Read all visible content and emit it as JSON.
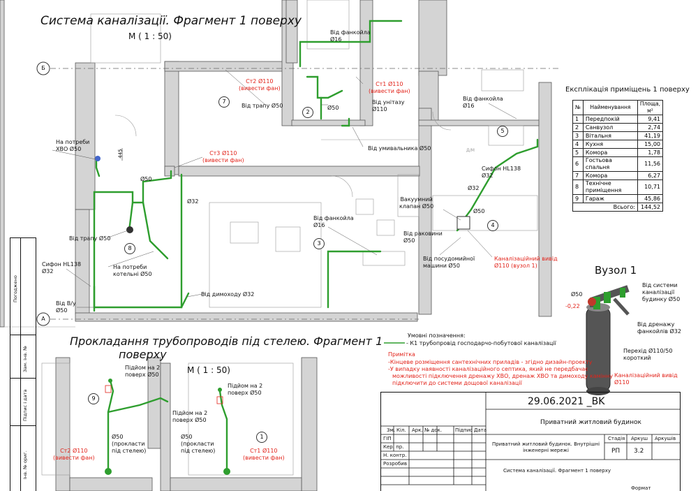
{
  "titles": {
    "main": "Система каналізації. Фрагмент 1 поверху",
    "main_scale": "М ( 1 : 50)",
    "ceiling_line1": "Прокладання трубопроводів під стелею. Фрагмент 1",
    "ceiling_line2": "поверху",
    "ceiling_scale": "М ( 1 : 50)",
    "node": "Вузол 1"
  },
  "axes": {
    "b": "Б",
    "a": "А"
  },
  "rooms": [
    "7",
    "2",
    "5",
    "8",
    "3",
    "4",
    "9",
    "1"
  ],
  "labels": {
    "fancoil_top": "Від фанкойла\nØ16",
    "cm2": "Ст2 Ø110\n(вивести фан)",
    "cm1": "Ст1 Ø110\n(вивести фан)",
    "trap7": "Від трапу Ø50",
    "d50_2": "Ø50",
    "wc": "Від унітазу\nØ110",
    "basin": "Від умивальника Ø50",
    "fancoil_right": "Від фанкойла\nØ16",
    "hvo": "На потреби\nХВО Ø50",
    "dim445": "445",
    "cm3": "Ст3 Ø110\n(вивести фан)",
    "d50_a": "Ø50",
    "d32_a": "Ø32",
    "siphon_hl138": "Сифон HL138\nØ32",
    "d32_b": "Ø32",
    "vacuum": "Вакуумний\nклапан Ø50",
    "d50_c": "Ø50",
    "fancoil_mid": "Від фанкойла\nØ16",
    "sink": "Від раковини\nØ50",
    "trap8": "Від трапу Ø50",
    "dishwasher": "Від посудомийної\nмашини Ø50",
    "outlet_main": "Каналізаційний вивід\nØ110 (вузол 1)",
    "siphon_left": "Сифон HL138\nØ32",
    "boiler": "На потреби\nкотельні Ø50",
    "bv": "Від В/у\nØ50",
    "chimney": "Від димоходу Ø32",
    "node_from_system": "Від системи\nканалізації\nбудинку Ø50",
    "node_d50": "Ø50",
    "node_minus": "-0,22",
    "node_drain": "Від дренажу\nфанкойлів Ø32",
    "node_transition": "Перехід Ø110/50\nкороткий",
    "node_outlet": "Каналізаційний вивід\nØ110",
    "riser2_9": "Підйом на 2\nповерх Ø50",
    "riser2_mid": "Підйом на 2\nповерх Ø50",
    "riser2_1": "Підйом на 2\nповерх Ø50",
    "ceil_d50_left": "Ø50\n(прокласти\nпід стелею)",
    "ceil_d50_right": "Ø50\n(прокласти\nпід стелею)",
    "ceil_cm2": "Ст2 Ø110\n(вивести фан)",
    "ceil_cm1": "Ст1 Ø110\n(вивести фан)",
    "dm": "Д/М"
  },
  "legend": {
    "title": "Умовні позначення:",
    "k1": "- К1 трубопровід господарчо-побутової каналізації"
  },
  "notes": {
    "title": "Примітка",
    "line1": "-Кінцеве розміщення сантехнічних приладів - згідно дизайн-проекту",
    "line2": "-У випадку наявності каналізаційного септика, який не передбачає",
    "line3": "можливості підключення дренажу ХВО, дренаж ХВО та димоходу камінну",
    "line4": "підключити до системи дощової каналізації"
  },
  "explication": {
    "title": "Експлікація приміщень 1 поверху",
    "headers": [
      "№",
      "Найменування",
      "Площа, м²"
    ],
    "rows": [
      [
        "1",
        "Передпокій",
        "9,41"
      ],
      [
        "2",
        "Санвузол",
        "2,74"
      ],
      [
        "3",
        "Вітальня",
        "41,19"
      ],
      [
        "4",
        "Кухня",
        "15,00"
      ],
      [
        "5",
        "Комора",
        "1,78"
      ],
      [
        "6",
        "Гостьова спальня",
        "11,56"
      ],
      [
        "7",
        "Комора",
        "6,27"
      ],
      [
        "8",
        "Технічне приміщення",
        "10,71"
      ],
      [
        "9",
        "Гараж",
        "45,86"
      ]
    ],
    "total_label": "Всього:",
    "total_value": "144,52"
  },
  "stamp": {
    "date_code": "29.06.2021 _BK",
    "project": "Приватний житловий будинок",
    "cols": [
      "Зм.",
      "Кіл.",
      "Арк.",
      "№ док.",
      "Підпис",
      "Дата"
    ],
    "roles": [
      "ГІП",
      "Кер. пр.",
      "Н. контр.",
      "Розробив"
    ],
    "object": "Приватний житловий будинок. Внутрішні інженерні мережі",
    "sheet_title": "Система каналізації. Фрагмент 1 поверху",
    "stage_label": "Стадія",
    "sheet_label": "Аркуш",
    "sheets_label": "Аркушів",
    "stage": "РП",
    "sheet": "3.2",
    "format": "Формат"
  },
  "sidebar": {
    "agreed": "Погоджено",
    "inv_replace": "Зам. інв. №",
    "sign_date": "Підпис і дата",
    "inv_orig": "Інв. № ориг."
  }
}
